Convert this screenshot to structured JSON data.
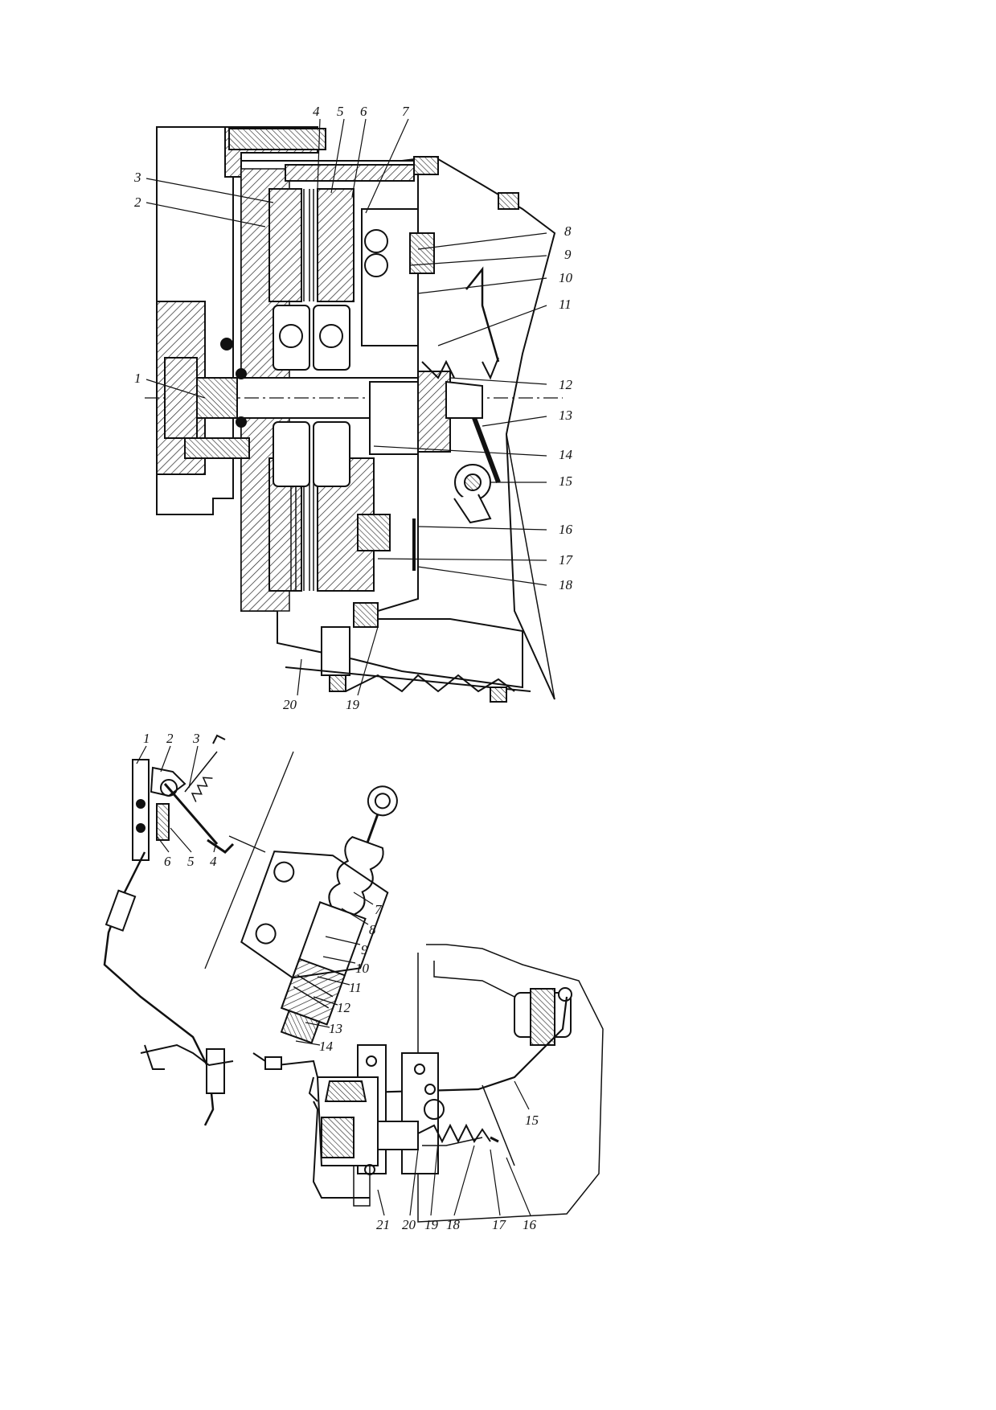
{
  "figure_top": {
    "callouts": [
      "1",
      "2",
      "3",
      "4",
      "5",
      "6",
      "7",
      "8",
      "9",
      "10",
      "11",
      "12",
      "13",
      "14",
      "15",
      "16",
      "17",
      "18",
      "19",
      "20"
    ]
  },
  "figure_bottom": {
    "left_callouts": [
      "1",
      "2",
      "3",
      "4",
      "5",
      "6"
    ],
    "cylinder_callouts": [
      "7",
      "8",
      "9",
      "10",
      "11",
      "12",
      "13",
      "14"
    ],
    "right_callouts": [
      "15",
      "16",
      "17",
      "18",
      "19",
      "20",
      "21"
    ]
  }
}
